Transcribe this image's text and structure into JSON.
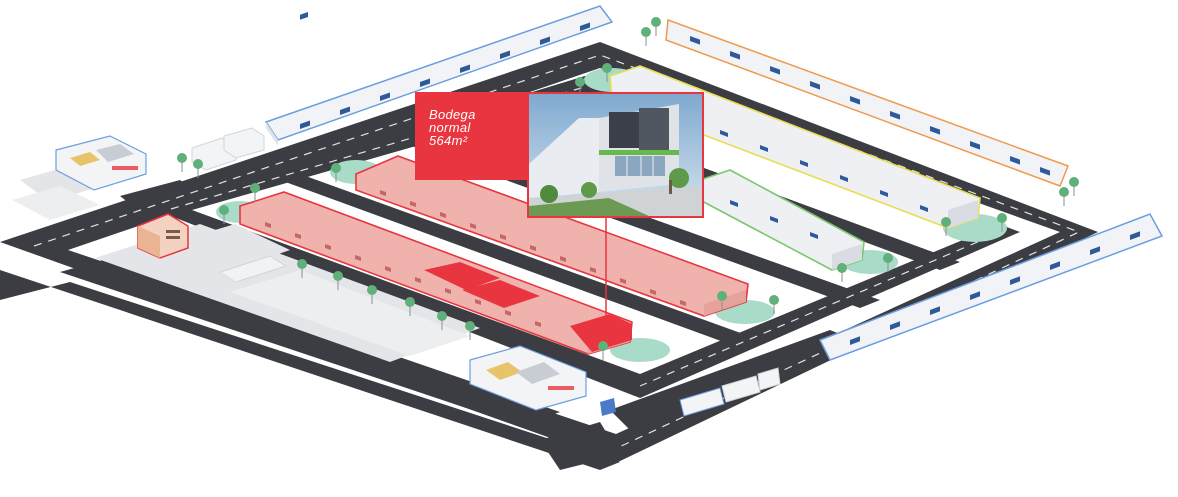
{
  "callout": {
    "line1": "Bodega",
    "line2": "normal",
    "line3": "564m²"
  },
  "colors": {
    "road": "#3b3d42",
    "lot": "#e3e5e8",
    "highlight": "#e8353f",
    "highlight_light": "#efb2ac",
    "outline_blue": "#6c9ee0",
    "outline_orange": "#f09a4d",
    "outline_yellow": "#e9dd55",
    "outline_green": "#7cc66b",
    "green_space": "#a9dcc8",
    "tree": "#5fb07a"
  },
  "icons": {
    "tree": "tree-icon",
    "warehouse": "warehouse-icon",
    "office": "office-building-icon"
  }
}
